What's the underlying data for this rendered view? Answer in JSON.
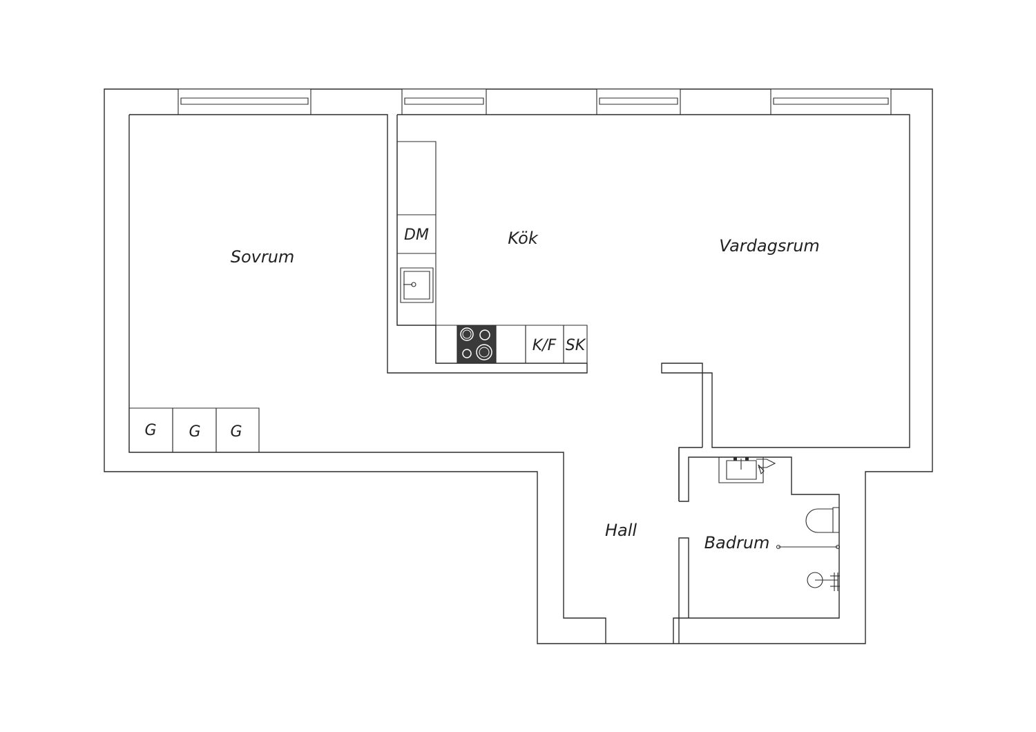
{
  "rooms": {
    "sovrum": "Sovrum",
    "kok": "Kök",
    "vardagsrum": "Vardagsrum",
    "hall": "Hall",
    "badrum": "Badrum"
  },
  "fixtures": {
    "dishwasher": "DM",
    "fridge_freezer": "K/F",
    "cabinet": "SK",
    "wardrobes": [
      "G",
      "G",
      "G"
    ]
  },
  "colors": {
    "line": "#2b2b2b",
    "stove": "#3a3a3a",
    "background": "#ffffff"
  }
}
